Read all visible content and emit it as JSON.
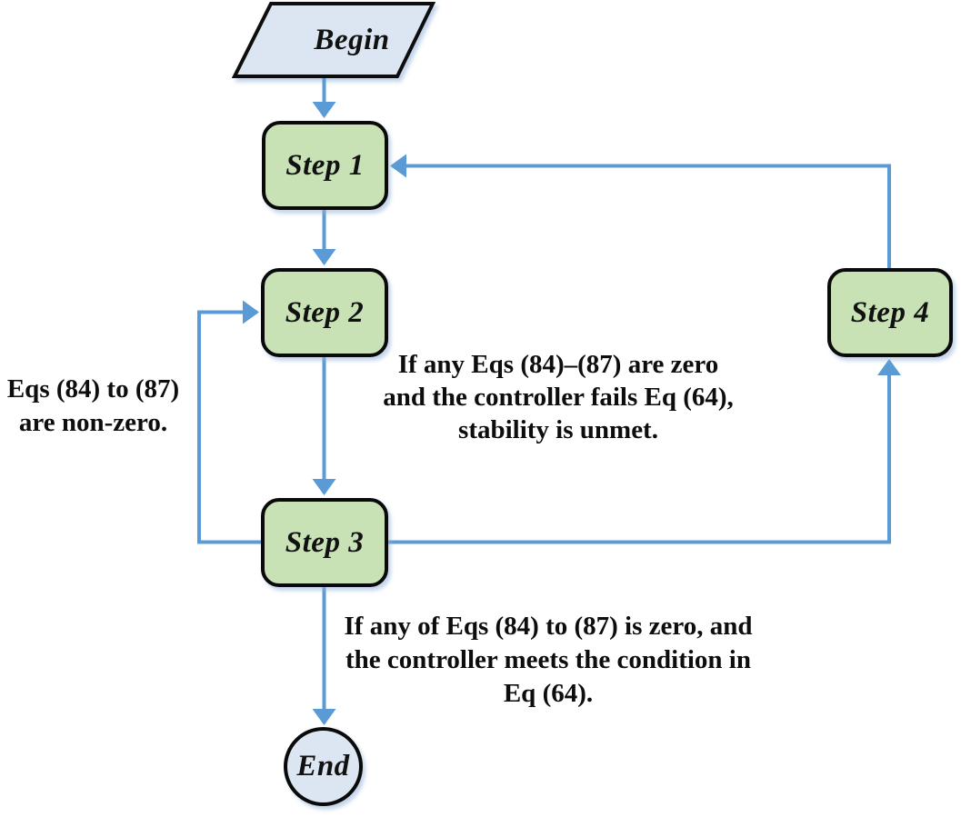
{
  "diagram": {
    "type": "flowchart",
    "nodes": {
      "begin": {
        "label": "Begin",
        "shape": "parallelogram"
      },
      "step1": {
        "label": "Step 1",
        "shape": "rounded-rectangle"
      },
      "step2": {
        "label": "Step 2",
        "shape": "rounded-rectangle"
      },
      "step3": {
        "label": "Step 3",
        "shape": "rounded-rectangle"
      },
      "step4": {
        "label": "Step 4",
        "shape": "rounded-rectangle"
      },
      "end": {
        "label": "End",
        "shape": "circle"
      }
    },
    "annotations": {
      "loop_back": "Eqs (84) to (87)\nare non-zero.",
      "to_step4": "If any Eqs (84)–(87) are zero\nand the controller fails Eq (64),\nstability is unmet.",
      "to_end": "If any of Eqs (84) to (87) is zero, and\nthe controller meets the condition in\nEq (64)."
    },
    "edges": [
      {
        "from": "begin",
        "to": "step1"
      },
      {
        "from": "step1",
        "to": "step2"
      },
      {
        "from": "step2",
        "to": "step3"
      },
      {
        "from": "step3",
        "to": "step2",
        "label": "Eqs (84) to (87) are non-zero."
      },
      {
        "from": "step3",
        "to": "step4",
        "label": "If any Eqs (84)–(87) are zero and the controller fails Eq (64), stability is unmet."
      },
      {
        "from": "step4",
        "to": "step1"
      },
      {
        "from": "step3",
        "to": "end",
        "label": "If any of Eqs (84) to (87) is zero, and the controller meets the condition in Eq (64)."
      }
    ],
    "colors": {
      "process_fill": "#c8e2b6",
      "terminal_fill": "#dce6f2",
      "connector": "#5b9bd5",
      "border": "#0a0a0a",
      "shadow": "#94b2da"
    }
  }
}
